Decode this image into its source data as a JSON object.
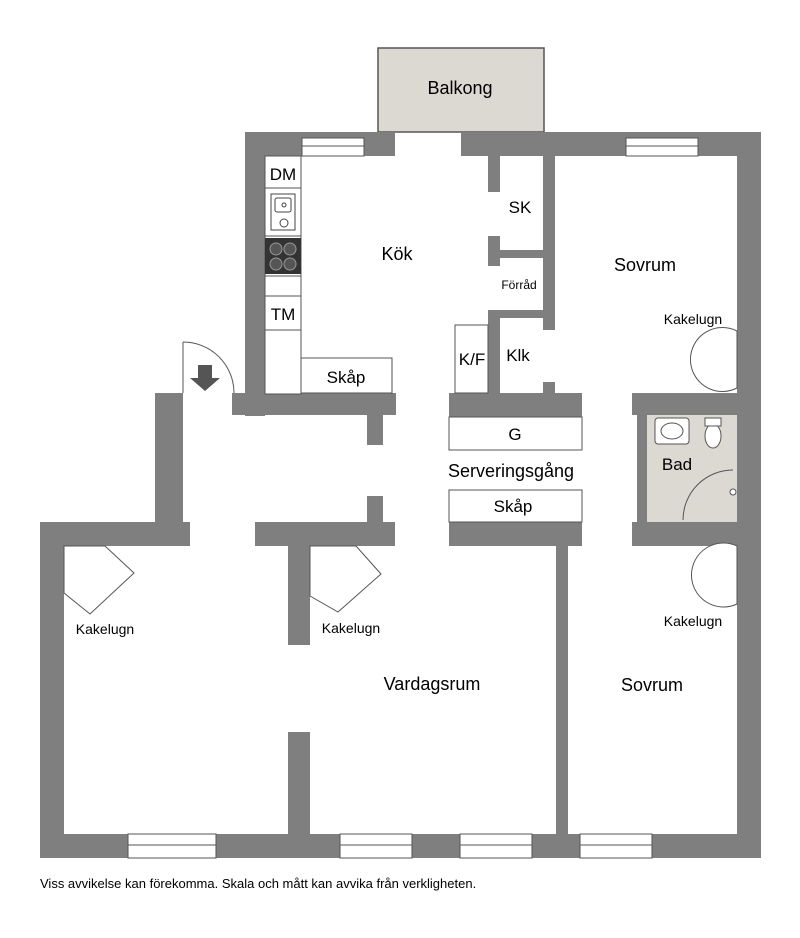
{
  "rooms": {
    "balcony": "Balkong",
    "kitchen": "Kök",
    "bedroom_top": "Sovrum",
    "bedroom_bottom": "Sovrum",
    "living_room": "Vardagsrum",
    "bathroom": "Bad",
    "serving_hall": "Serveringsgång",
    "storage": "Förråd",
    "cleaning_closet": "SK",
    "closet_klk": "Klk"
  },
  "fixtures": {
    "dishwasher": "DM",
    "washing_machine": "TM",
    "kitchen_cabinet": "Skåp",
    "fridge_freezer": "K/F",
    "g_cabinet": "G",
    "hall_cabinet": "Skåp",
    "stove_bedroom_top": "Kakelugn",
    "stove_bedroom_bottom": "Kakelugn",
    "stove_living_left": "Kakelugn",
    "stove_living_center": "Kakelugn"
  },
  "disclaimer": "Viss avvikelse kan förekomma. Skala och mått kan avvika från verkligheten.",
  "colors": {
    "wall": "#7f7f7f",
    "balcony_fill": "#dcd8d2",
    "bathroom_fill": "#dcd8d2"
  }
}
